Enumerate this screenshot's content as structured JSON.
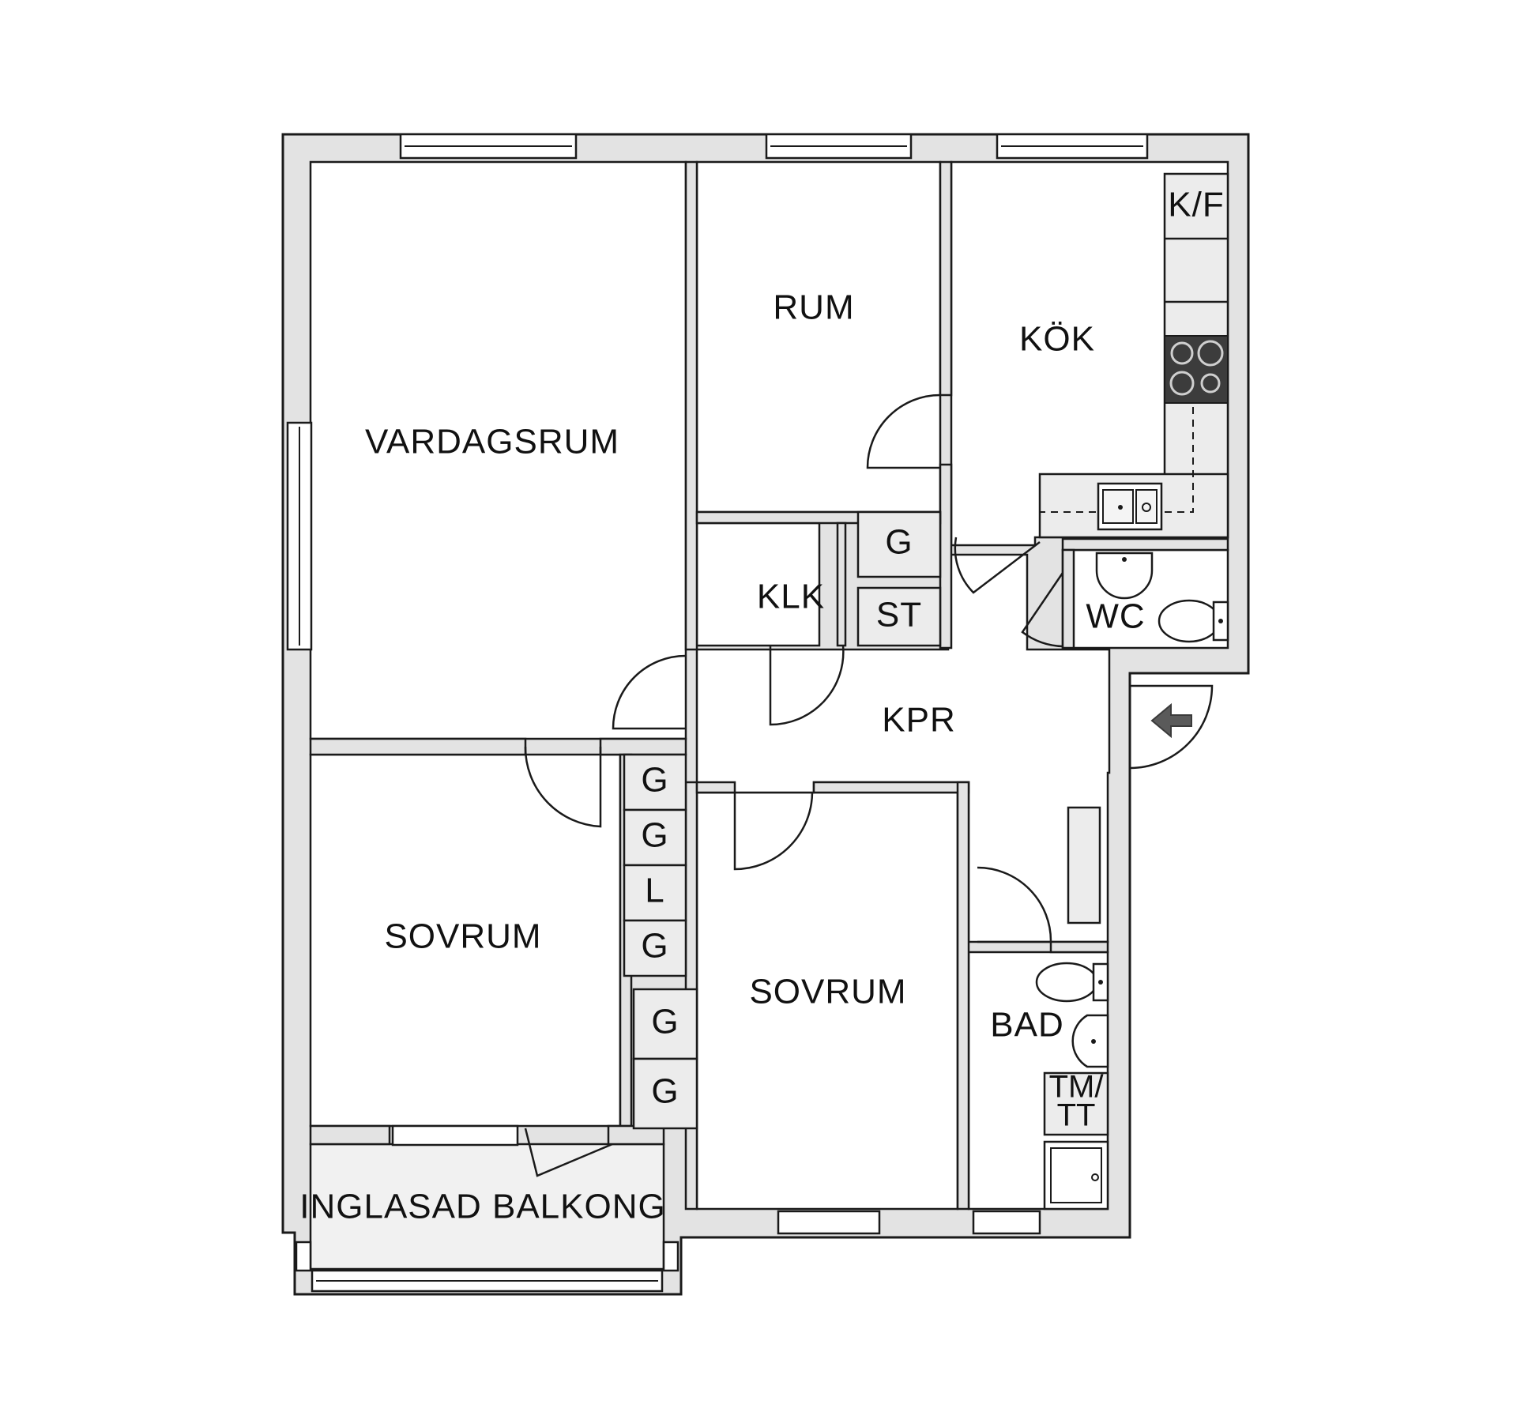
{
  "rooms": {
    "vardagsrum": "VARDAGSRUM",
    "rum": "RUM",
    "kok": "KÖK",
    "kf": "K/F",
    "sovrum_left": "SOVRUM",
    "sovrum_mid": "SOVRUM",
    "inglasad_balkong": "INGLASAD BALKONG",
    "klk": "KLK",
    "st": "ST",
    "kpr": "KPR",
    "wc": "WC",
    "bad": "BAD",
    "tm_tt_line1": "TM/",
    "tm_tt_line2": "TT"
  },
  "closets": {
    "g_upper": "G",
    "col1": [
      "G",
      "G",
      "L",
      "G"
    ],
    "col2": [
      "G",
      "G"
    ]
  },
  "icons": {
    "entrance": "entrance-arrow-icon",
    "stove": "stove-icon",
    "sink": "kitchen-sink-icon",
    "toilet": "toilet-icon",
    "washbasin": "washbasin-icon",
    "shower": "shower-icon"
  },
  "colors": {
    "wall": "#e3e3e3",
    "line": "#1a1a1a",
    "stove": "#3c3c3c",
    "arrow": "#5a5a5a"
  }
}
